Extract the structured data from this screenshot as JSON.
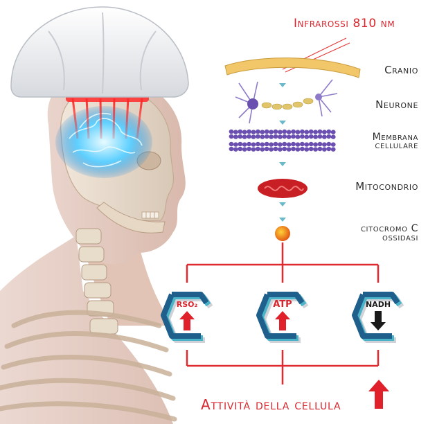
{
  "header": {
    "wavelength_label": "Infrarossi 810 nm"
  },
  "steps": [
    {
      "label": "Cranio"
    },
    {
      "label": "Neurone"
    },
    {
      "label_line1": "Membrana",
      "label_line2": "cellulare"
    },
    {
      "label": "Mitocondrio"
    },
    {
      "label_line1": "citocromo C",
      "label_line2": "ossidasi"
    }
  ],
  "outcomes": [
    {
      "label": "RSO₂",
      "direction": "up",
      "arrow_color": "#e0202a"
    },
    {
      "label": "ATP",
      "direction": "up",
      "arrow_color": "#e0202a"
    },
    {
      "label": "NADH",
      "direction": "down",
      "arrow_color": "#1a1a1a"
    }
  ],
  "footer": {
    "label": "Attività della cellula",
    "direction": "up"
  },
  "colors": {
    "accent_red": "#d8262e",
    "badge_blue": "#1f5f8b",
    "badge_teal": "#4bb3c8",
    "neuron_purple": "#6a4fb0"
  }
}
